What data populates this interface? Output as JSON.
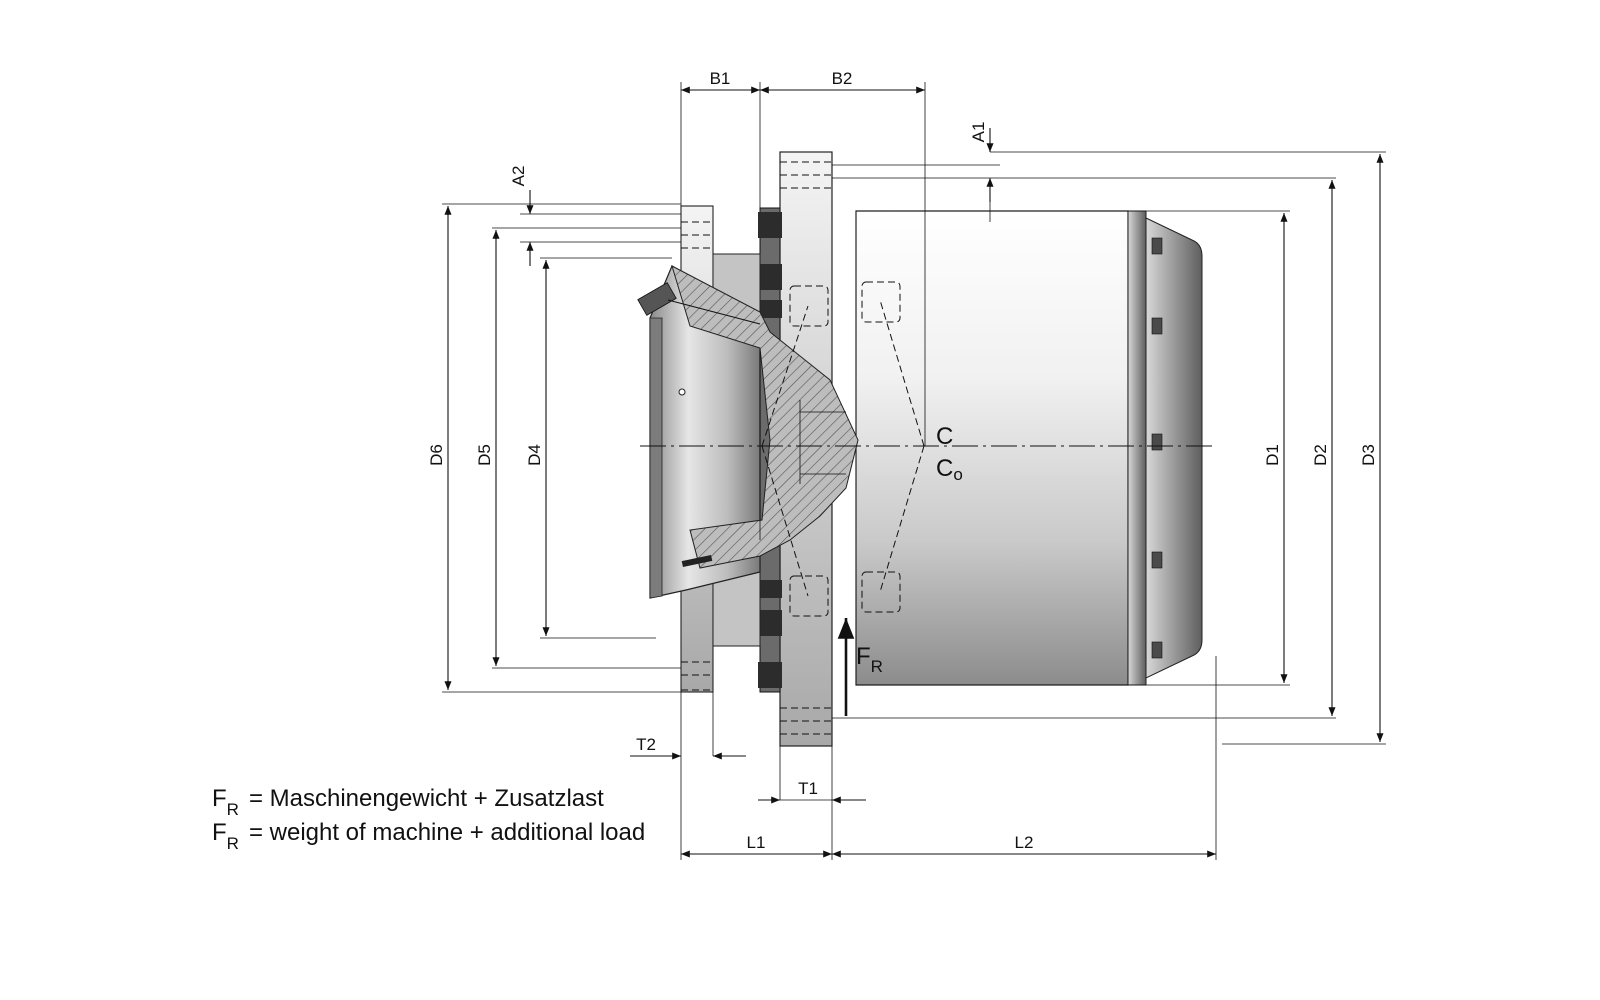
{
  "dimensions": {
    "b1": "B1",
    "b2": "B2",
    "a1": "A1",
    "a2": "A2",
    "d1": "D1",
    "d2": "D2",
    "d3": "D3",
    "d4": "D4",
    "d5": "D5",
    "d6": "D6",
    "t1": "T1",
    "t2": "T2",
    "l1": "L1",
    "l2": "L2"
  },
  "loads": {
    "c": "C",
    "c0_main": "C",
    "c0_sub": "o",
    "force_main": "F",
    "force_sub": "R"
  },
  "legend": [
    {
      "symbol": "F",
      "sub": "R",
      "text": "= Maschinengewicht + Zusatzlast"
    },
    {
      "symbol": "F",
      "sub": "R",
      "text": "= weight of machine + additional load"
    }
  ]
}
